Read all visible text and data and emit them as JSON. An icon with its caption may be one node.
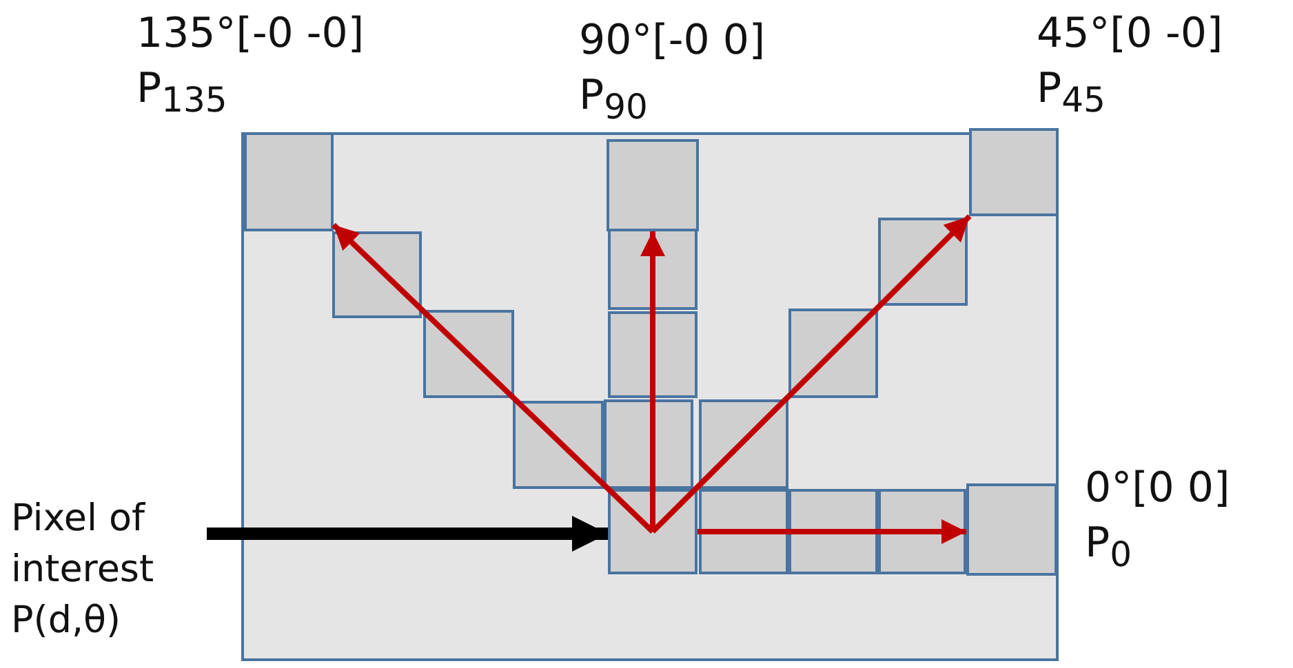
{
  "diagram": {
    "nodes": [
      {
        "text": [],
        "shape": "box"
      },
      {
        "text": [
          "Pixel of interest P(d,θ)"
        ]
      },
      {
        "text": [],
        "shape": "box",
        "in": 0
      },
      {
        "text": [
          "135°[-0 -0]",
          "P$_{135}$"
        ],
        "in": 0
      },
      {
        "text": [
          "90°[-0 0]",
          "P$_{90}$"
        ],
        "in": 0
      },
      {
        "text": [
          "45°[0 -0]",
          "P$_{45}$"
        ],
        "in": 0
      },
      {
        "text": [
          "0°[0 0]",
          "P$_{0}$"
        ],
        "in": 0
      }
    ],
    "edges": [
      {
        "from": 1,
        "to": 2,
        "arrow": "to",
        "style": "thick",
        "color": "#000000"
      },
      {
        "from": 2,
        "to": 3,
        "arrow": "to"
      },
      {
        "from": 2,
        "to": 4,
        "arrow": "to"
      },
      {
        "from": 2,
        "to": 5,
        "arrow": "to"
      },
      {
        "from": 2,
        "to": 6,
        "arrow": "to"
      }
    ]
  }
}
